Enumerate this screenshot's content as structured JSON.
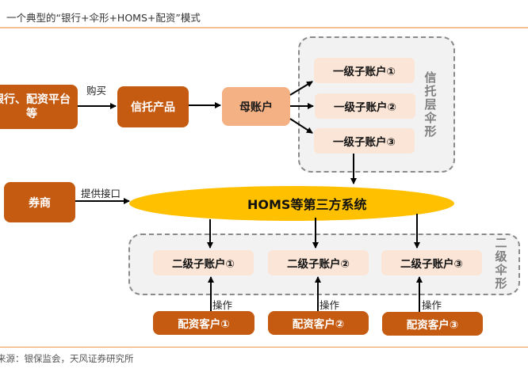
{
  "title": "一个典型的“银行+伞形+HOMS+配资”模式",
  "source": "来源：银保监会，天风证券研究所",
  "colors": {
    "dark_box": "#c55a11",
    "mother_account": "#f4b183",
    "sub_account": "#fbe5d6",
    "homs": "#ffc000",
    "group_bg": "#f2f2f2",
    "accent_rule": "#ee9a4d"
  },
  "nodes": {
    "bank": "银行、配资平台等",
    "trust_product": "信托产品",
    "mother_account": "母账户",
    "broker": "券商",
    "homs": "HOMS等第三方系统"
  },
  "trust_umbrella": {
    "label": "信托层伞形",
    "label_chars": [
      "信",
      "托",
      "层",
      "伞",
      "形"
    ],
    "accounts": [
      "一级子账户①",
      "一级子账户②",
      "一级子账户③"
    ]
  },
  "second_umbrella": {
    "label": "二级伞形",
    "label_chars": [
      "二",
      "级",
      "伞",
      "形"
    ],
    "accounts": [
      "二级子账户①",
      "二级子账户②",
      "二级子账户③"
    ]
  },
  "clients": [
    "配资客户①",
    "配资客户②",
    "配资客户③"
  ],
  "edge_labels": {
    "buy": "购买",
    "provide_interface": "提供接口",
    "operate": "操作"
  }
}
